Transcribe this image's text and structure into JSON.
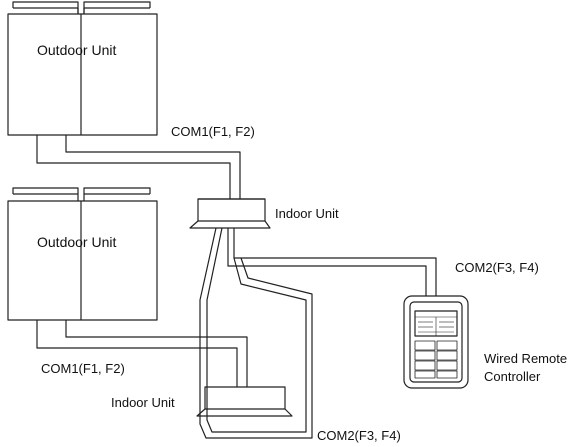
{
  "outdoor_unit_top": {
    "label": "Outdoor Unit"
  },
  "outdoor_unit_bottom": {
    "label": "Outdoor Unit"
  },
  "indoor_unit_top": {
    "label": "Indoor Unit"
  },
  "indoor_unit_bottom": {
    "label": "Indoor Unit"
  },
  "link_labels": {
    "com1_top": "COM1(F1, F2)",
    "com1_bottom": "COM1(F1, F2)",
    "com2_right": "COM2(F3, F4)",
    "com2_bottom": "COM2(F3, F4)"
  },
  "remote_controller": {
    "label_line1": "Wired Remote",
    "label_line2": "Controller"
  }
}
